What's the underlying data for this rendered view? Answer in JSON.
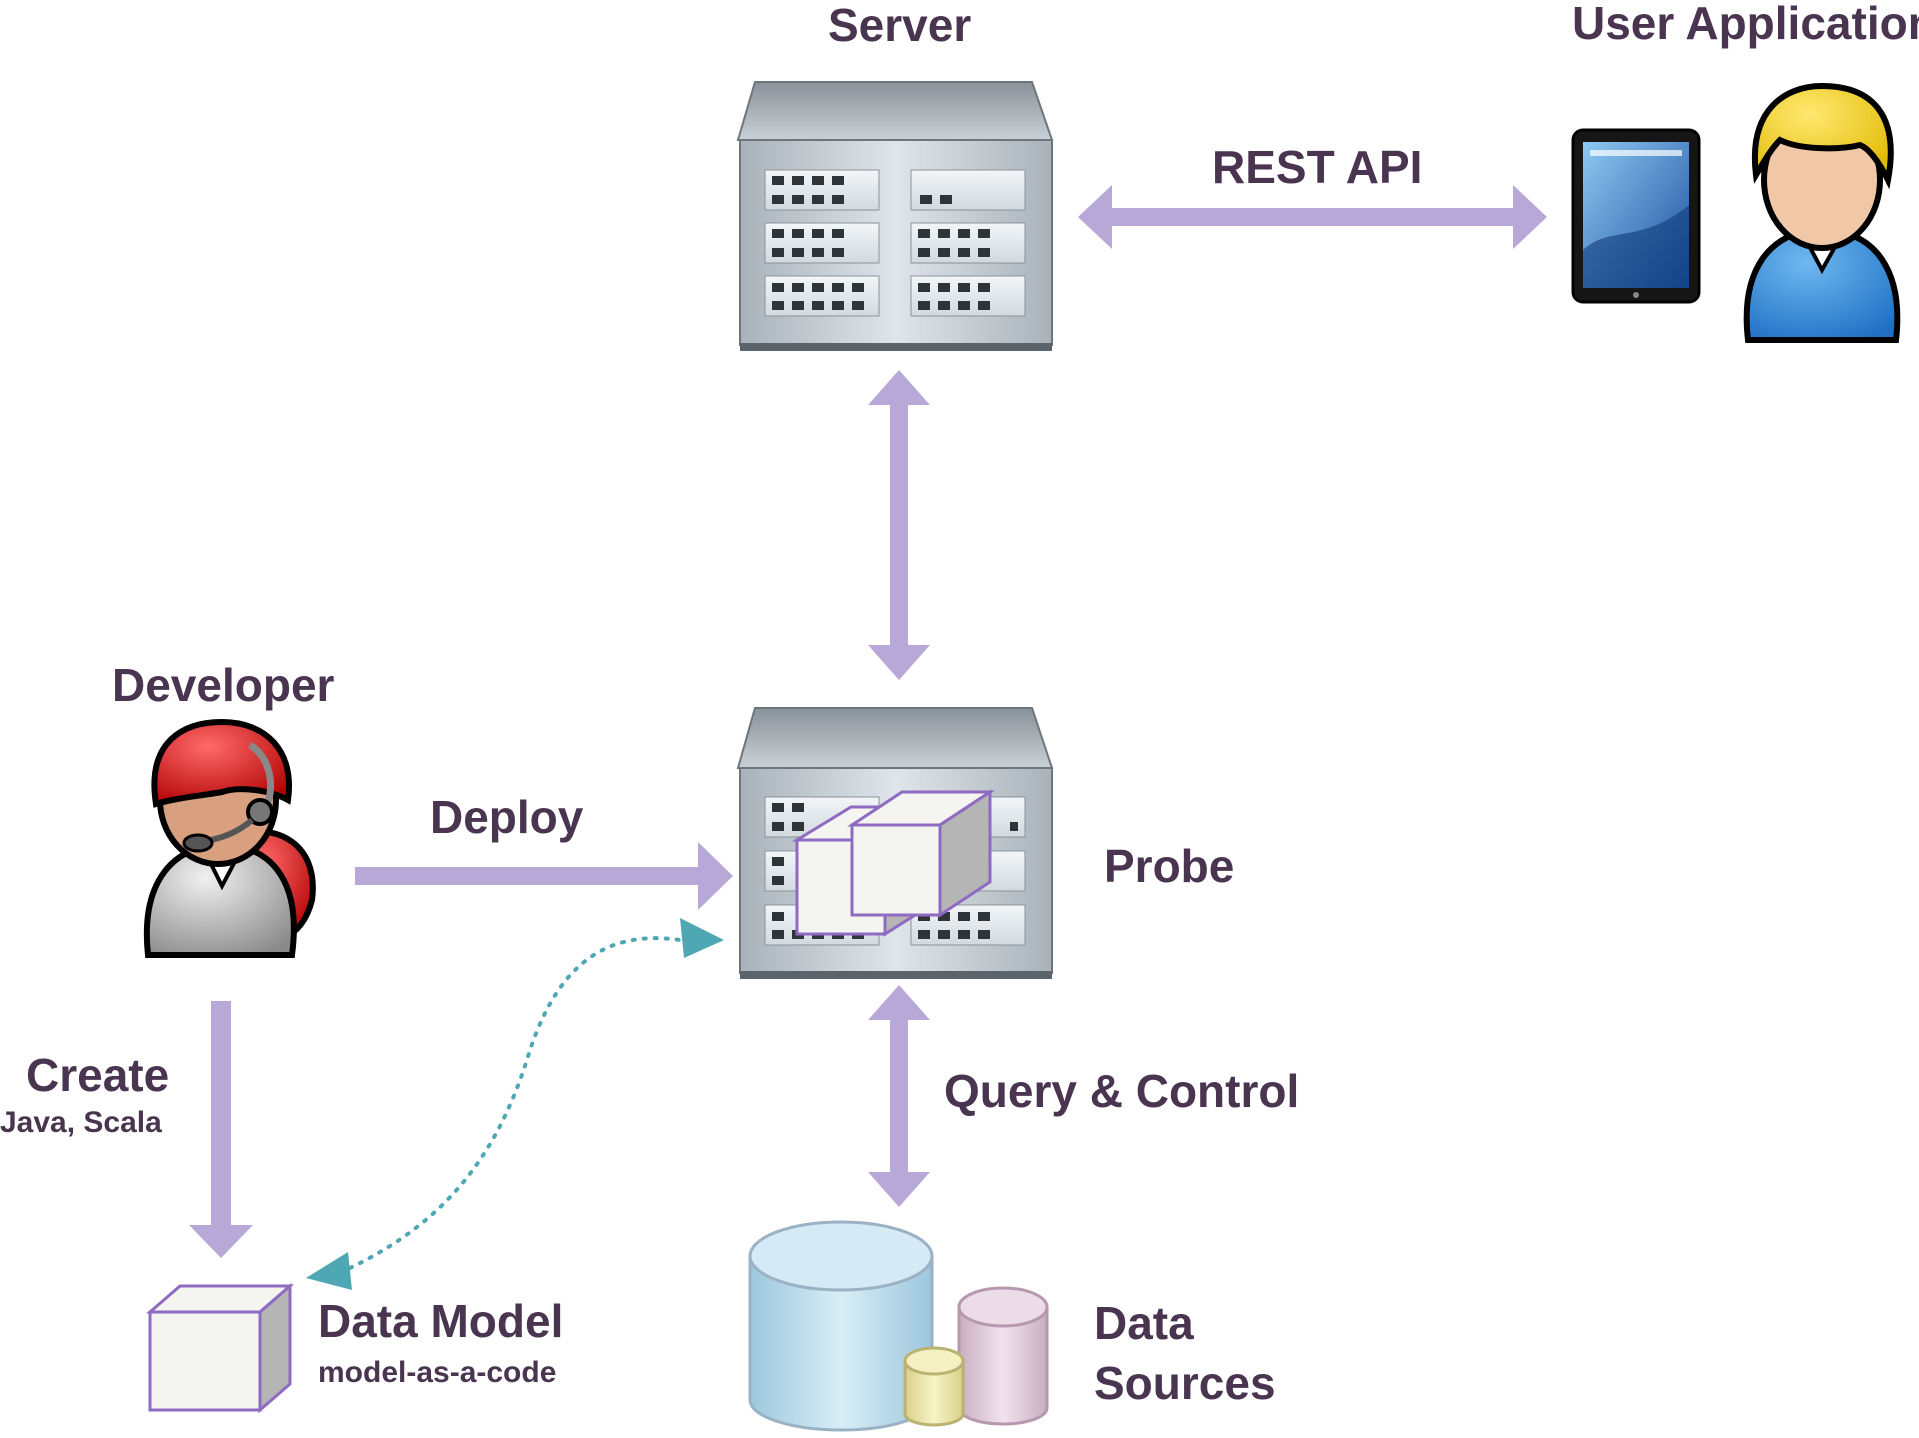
{
  "labels": {
    "server": "Server",
    "user_application": "User Application",
    "rest_api": "REST API",
    "developer": "Developer",
    "deploy": "Deploy",
    "probe": "Probe",
    "create": "Create",
    "create_langs": "Java, Scala",
    "query_control": "Query & Control",
    "data_model": "Data Model",
    "data_model_sub": "model-as-a-code",
    "data_sources_line1": "Data",
    "data_sources_line2": "Sources"
  },
  "colors": {
    "text": "#4a3550",
    "arrow": "#b7a8d8",
    "dotted_arrow": "#4ea8b4",
    "cube_outline": "#8e6bc0"
  },
  "icons": [
    "server-rack-icon",
    "probe-rack-icon",
    "tablet-icon",
    "user-avatar-icon",
    "developer-headset-avatar-icon",
    "data-model-cube-icon",
    "database-cylinders-icon"
  ]
}
